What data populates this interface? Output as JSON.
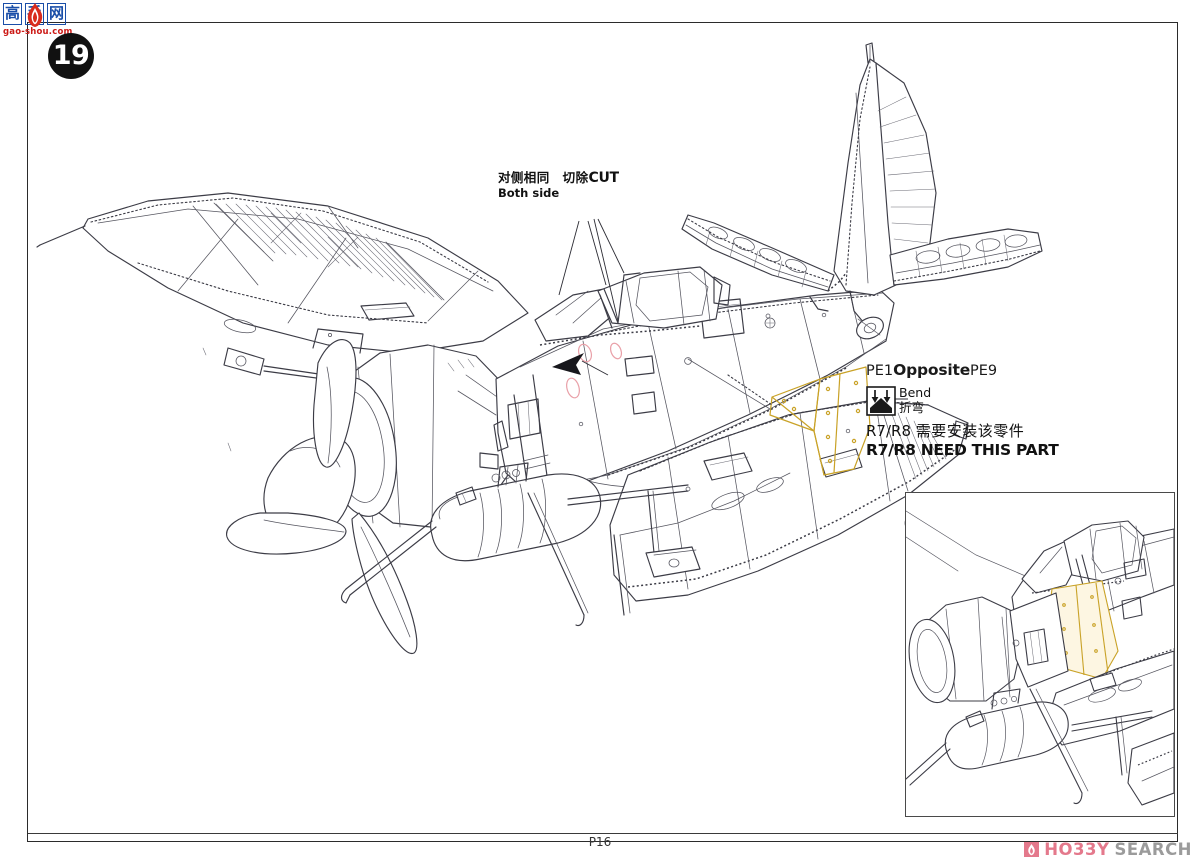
{
  "page": {
    "step_number": "19",
    "page_number": "P16"
  },
  "publisher_logo": {
    "char1": "高",
    "char2": "手",
    "char3": "网",
    "caption": "gao-shou.com",
    "box_color": "#1a4ea8",
    "caption_color": "#cc1a16",
    "flame_color": "#d92b1c"
  },
  "annotations": {
    "cut": {
      "chinese_both_side": "对侧相同",
      "english_both_side": "Both side",
      "chinese_cut": "切除",
      "english_cut": "CUT"
    },
    "pe_block": {
      "part_left": "PE1",
      "opposite_label": "Opposite",
      "part_right": "PE9",
      "bend_en": "Bend",
      "bend_cn": "折弯",
      "need_part_cn_code": "R7/R8",
      "need_part_cn_text": "需要安装该零件",
      "need_part_en": "R7/R8 NEED THIS PART"
    }
  },
  "drawing": {
    "subject": "Fw 190 single-engine propeller fighter aircraft, three-quarter rear view line art",
    "line_color": "#3c3c46",
    "pe_part_color": "#c9a227",
    "highlight_color": "#e9a0a8"
  },
  "inset": {
    "subject": "Close-up detail of cockpit canopy and fuselage with photo-etch panel installed"
  },
  "watermark": {
    "brand_hobby": "HO33Y",
    "brand_search": "SEARCH",
    "hobby_color": "#e4798c",
    "search_color": "#9b9b9b"
  }
}
